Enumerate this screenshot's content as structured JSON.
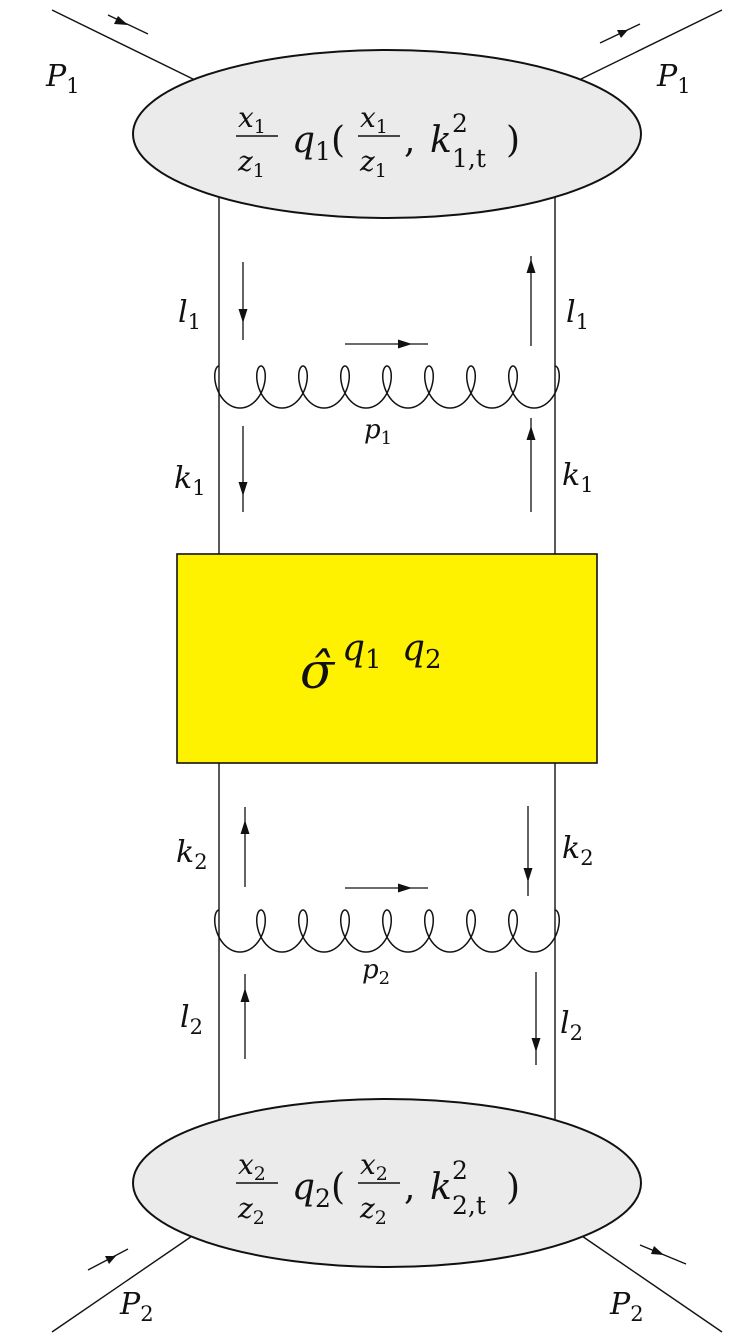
{
  "colors": {
    "blob_fill": "#ebebeb",
    "box_fill": "#fff200",
    "stroke": "#111111"
  },
  "hadrons": {
    "top": {
      "letter": "P",
      "sub": "1"
    },
    "bottom": {
      "letter": "P",
      "sub": "2"
    }
  },
  "top_blob": {
    "frac_num": "x",
    "frac_num_sub": "1",
    "frac_den": "z",
    "frac_den_sub": "1",
    "func": "q",
    "func_sub": "1",
    "open_paren": "(",
    "arg_num": "x",
    "arg_num_sub": "1",
    "arg_den": "z",
    "arg_den_sub": "1",
    "comma": ",",
    "k": "k",
    "k_sup": "2",
    "k_sub": "1,t",
    "close_paren": ")"
  },
  "bottom_blob": {
    "frac_num": "x",
    "frac_num_sub": "2",
    "frac_den": "z",
    "frac_den_sub": "2",
    "func": "q",
    "func_sub": "2",
    "open_paren": "(",
    "arg_num": "x",
    "arg_num_sub": "2",
    "arg_den": "z",
    "arg_den_sub": "2",
    "comma": ",",
    "k": "k",
    "k_sup": "2",
    "k_sub": "2,t",
    "close_paren": ")"
  },
  "hard_box": {
    "sigma_hat": "σ̂",
    "q1": "q",
    "q1_sub": "1",
    "q2": "q",
    "q2_sub": "2"
  },
  "momenta": {
    "l1": {
      "letter": "l",
      "sub": "1"
    },
    "k1": {
      "letter": "k",
      "sub": "1"
    },
    "p1": {
      "letter": "p",
      "sub": "1"
    },
    "k2": {
      "letter": "k",
      "sub": "2"
    },
    "l2": {
      "letter": "l",
      "sub": "2"
    },
    "p2": {
      "letter": "p",
      "sub": "2"
    }
  }
}
